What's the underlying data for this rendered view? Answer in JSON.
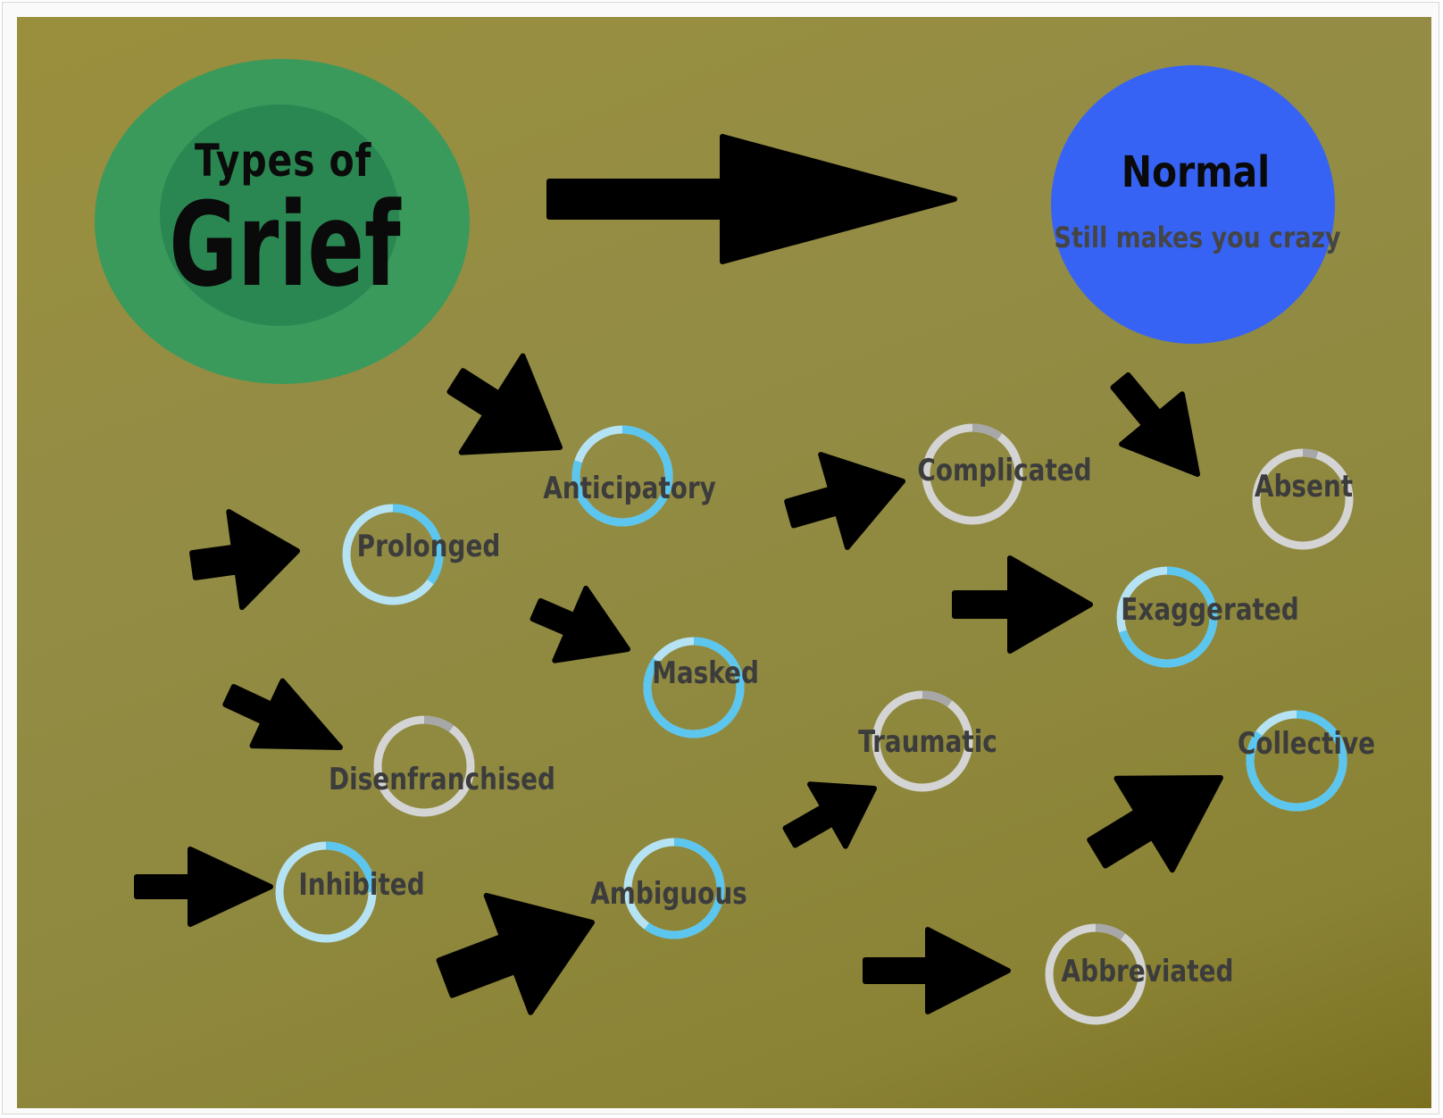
{
  "title": {
    "line1": "Types of",
    "line2": "Grief"
  },
  "normal": {
    "title": "Normal",
    "subtitle": "Still makes you crazy"
  },
  "colors": {
    "background": "#938c45",
    "title_blob": "#3a9a5c",
    "normal_blob": "#3763f4",
    "ring_blue": "#5cc6ef",
    "ring_light_blue": "#b6e3f4",
    "ring_gray": "#a7a7a7",
    "ring_light_gray": "#d4d4d4",
    "arrow": "#000000",
    "label": "#3c3c3c"
  },
  "nodes": [
    {
      "id": "anticipatory",
      "label": "Anticipatory",
      "ring": "blue"
    },
    {
      "id": "prolonged",
      "label": "Prolonged",
      "ring": "blue"
    },
    {
      "id": "masked",
      "label": "Masked",
      "ring": "blue"
    },
    {
      "id": "disenfranchised",
      "label": "Disenfranchised",
      "ring": "gray"
    },
    {
      "id": "inhibited",
      "label": "Inhibited",
      "ring": "blue"
    },
    {
      "id": "ambiguous",
      "label": "Ambiguous",
      "ring": "blue"
    },
    {
      "id": "complicated",
      "label": "Complicated",
      "ring": "gray"
    },
    {
      "id": "traumatic",
      "label": "Traumatic",
      "ring": "gray"
    },
    {
      "id": "absent",
      "label": "Absent",
      "ring": "gray"
    },
    {
      "id": "exaggerated",
      "label": "Exaggerated",
      "ring": "blue"
    },
    {
      "id": "collective",
      "label": "Collective",
      "ring": "blue"
    },
    {
      "id": "abbreviated",
      "label": "Abbreviated",
      "ring": "gray"
    }
  ]
}
